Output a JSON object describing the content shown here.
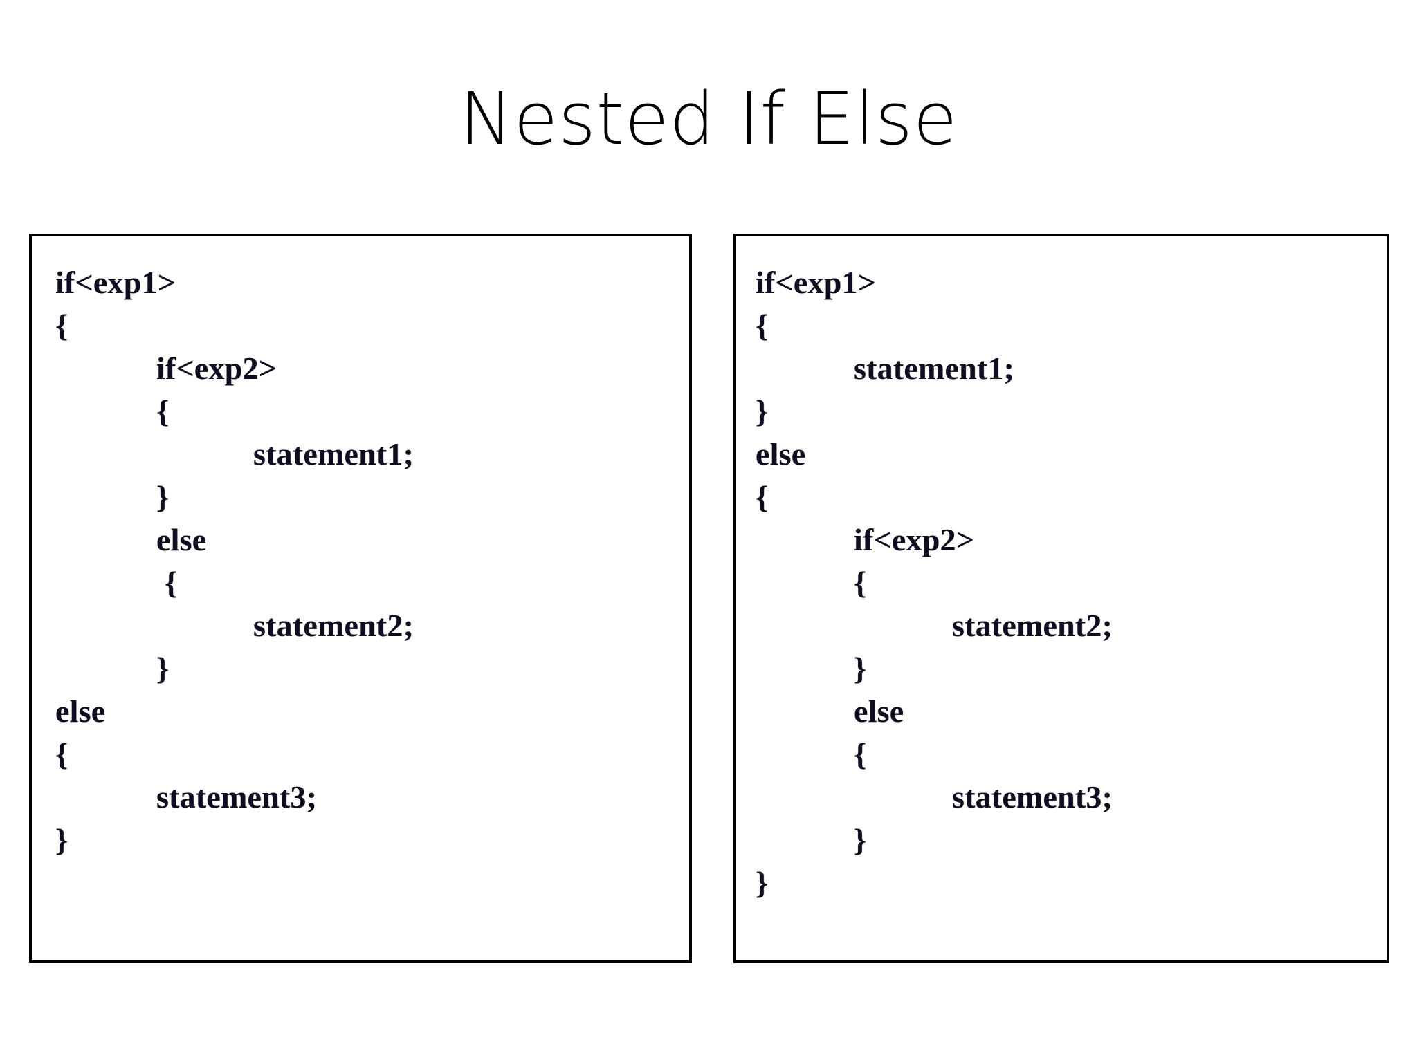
{
  "slide": {
    "title": "Nested If Else",
    "background_color": "#ffffff",
    "text_color": "#100d20",
    "border_color": "#000000"
  },
  "panels": [
    {
      "name": "nested-if-inside-if-panel",
      "lines": [
        {
          "text": "if<exp1>",
          "indent": 0
        },
        {
          "text": "{",
          "indent": 0
        },
        {
          "text": "if<exp2>",
          "indent": 1
        },
        {
          "text": "{",
          "indent": 1
        },
        {
          "text": "statement1;",
          "indent": 2
        },
        {
          "text": "}",
          "indent": 1
        },
        {
          "text": "else",
          "indent": 1
        },
        {
          "text": "{",
          "indent": 1,
          "nudge": true
        },
        {
          "text": "statement2;",
          "indent": 2
        },
        {
          "text": "}",
          "indent": 1
        },
        {
          "text": "else",
          "indent": 0
        },
        {
          "text": "{",
          "indent": 0
        },
        {
          "text": "statement3;",
          "indent": 1
        },
        {
          "text": "}",
          "indent": 0
        }
      ]
    },
    {
      "name": "nested-if-inside-else-panel",
      "lines": [
        {
          "text": "if<exp1>",
          "indent": 0
        },
        {
          "text": "{",
          "indent": 0
        },
        {
          "text": "statement1;",
          "indent": 1
        },
        {
          "text": "}",
          "indent": 0
        },
        {
          "text": "else",
          "indent": 0
        },
        {
          "text": "{",
          "indent": 0
        },
        {
          "text": "if<exp2>",
          "indent": 1
        },
        {
          "text": "{",
          "indent": 1
        },
        {
          "text": "statement2;",
          "indent": 2
        },
        {
          "text": "}",
          "indent": 1
        },
        {
          "text": "else",
          "indent": 1
        },
        {
          "text": "{",
          "indent": 1
        },
        {
          "text": "statement3;",
          "indent": 2
        },
        {
          "text": "}",
          "indent": 1
        },
        {
          "text": "}",
          "indent": 0
        }
      ]
    }
  ]
}
